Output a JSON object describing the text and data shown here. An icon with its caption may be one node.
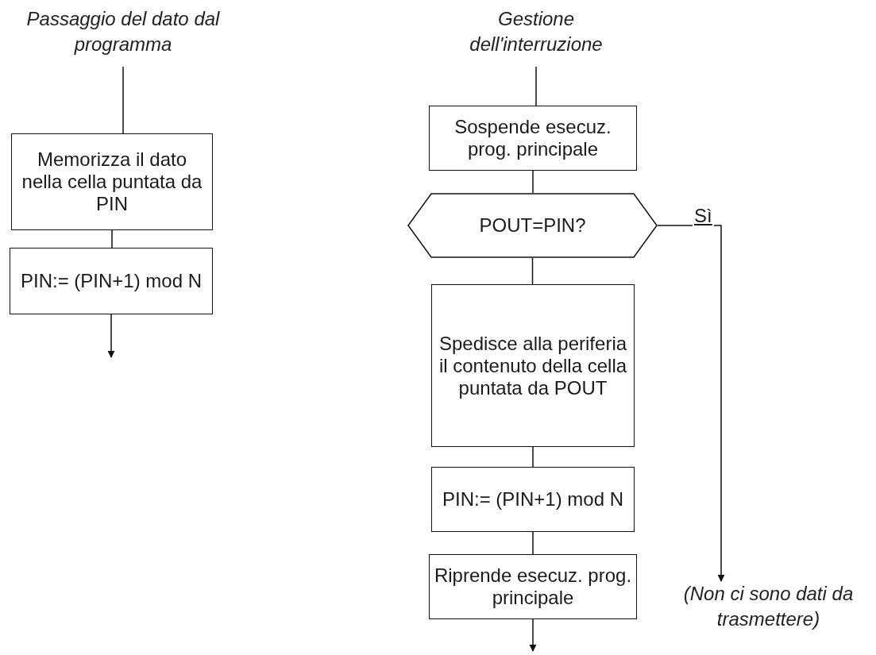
{
  "diagram": {
    "nodes": [
      {
        "text": [
          "Passaggio del dato dal programma"
        ]
      },
      {
        "text": [
          "Memorizza il dato nella cella puntata da PIN"
        ]
      },
      {
        "text": [
          "PIN:= (PIN+1) mod N"
        ]
      },
      {
        "text": [
          "Gestione dell'interruzione"
        ]
      },
      {
        "text": [
          "Sospende esecuz. prog. principale"
        ]
      },
      {
        "text": [
          "POUT=PIN?"
        ]
      },
      {
        "text": [
          "Spedisce alla periferia il contenuto della cella puntata da POUT"
        ]
      },
      {
        "text": [
          "PIN:= (PIN+1) mod N"
        ]
      },
      {
        "text": [
          "Riprende esecuz. prog. principale"
        ]
      },
      {
        "text": [
          "(Non ci sono dati da trasmettere)"
        ]
      }
    ],
    "edges": [
      {
        "from": 0,
        "to": 1,
        "arrow": "none"
      },
      {
        "from": 1,
        "to": 2,
        "arrow": "none"
      },
      {
        "from": 2,
        "to": null,
        "arrow": "to"
      },
      {
        "from": 3,
        "to": 4,
        "arrow": "none"
      },
      {
        "from": 4,
        "to": 5,
        "arrow": "none"
      },
      {
        "from": 5,
        "to": 6,
        "arrow": "none"
      },
      {
        "from": 6,
        "to": 7,
        "arrow": "none"
      },
      {
        "from": 7,
        "to": 8,
        "arrow": "none"
      },
      {
        "from": 8,
        "to": null,
        "arrow": "to"
      },
      {
        "from": 5,
        "to": 9,
        "arrow": "to",
        "label": "Sì"
      }
    ]
  }
}
